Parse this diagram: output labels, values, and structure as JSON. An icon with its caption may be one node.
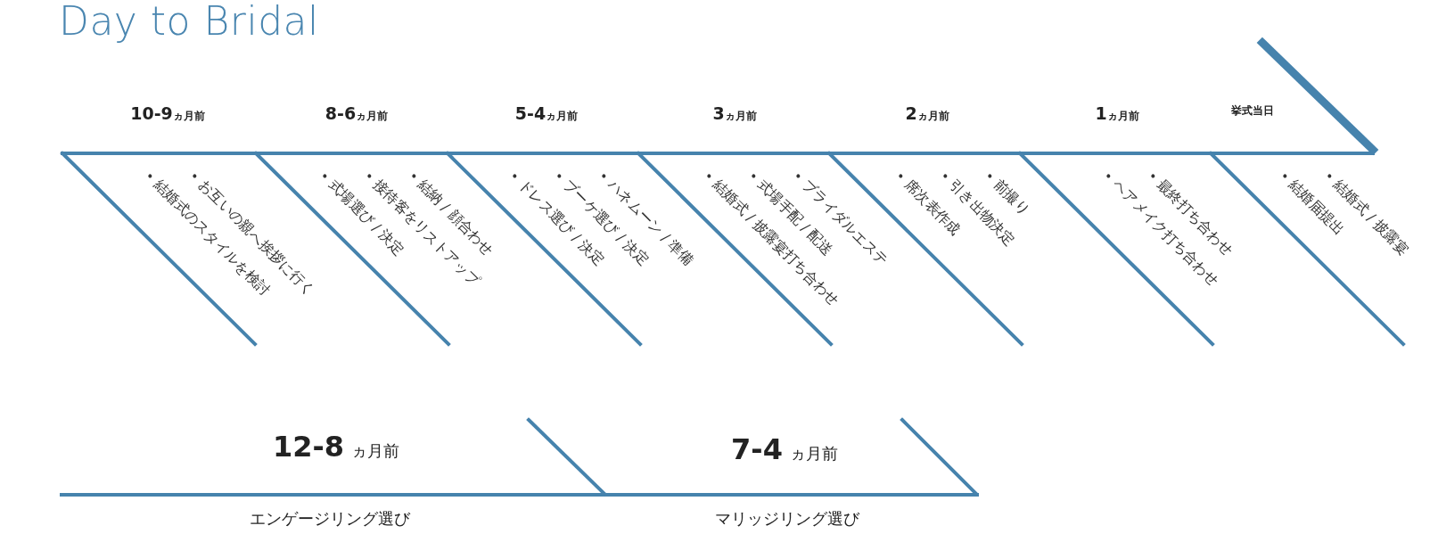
{
  "diagram": {
    "title": "Day to Bridal",
    "labels": [
      "**10-9**ヵ月前",
      "**8-6**ヵ月前",
      "**5-4**ヵ月前",
      "**3**ヵ月前",
      "**2**ヵ月前",
      "**1**ヵ月前",
      "挙式当日",
      "お互いの親へ挨拶に行く",
      "結婚式のスタイルを検討",
      "結納 / 顔合わせ",
      "接待客をリストアップ",
      "式場選び / 決定",
      "ハネムーン / 準備",
      "ブーケ選び / 決定",
      "ドレス選び / 決定",
      "ブライダルエステ",
      "式場手配 / 配送",
      "結婚式 / 披露宴打ち合わせ",
      "前撮り",
      "引き出物決定",
      "席次表作成",
      "最終打ち合わせ",
      "ヘアメイク打ち合わせ",
      "結婚式 / 披露宴",
      "結婚届提出",
      "**12-8**ヵ月前",
      "**7-4**ヵ月前",
      "エンゲージリング選び",
      "マリッジリング選び"
    ]
  }
}
